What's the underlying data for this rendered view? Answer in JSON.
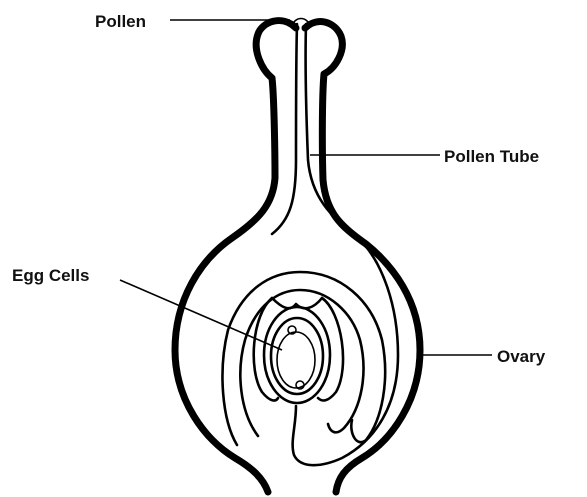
{
  "labels": {
    "pollen": "Pollen",
    "pollen_tube": "Pollen Tube",
    "egg_cells": "Egg Cells",
    "ovary": "Ovary"
  },
  "colors": {
    "stroke": "#000000",
    "background": "#ffffff"
  }
}
